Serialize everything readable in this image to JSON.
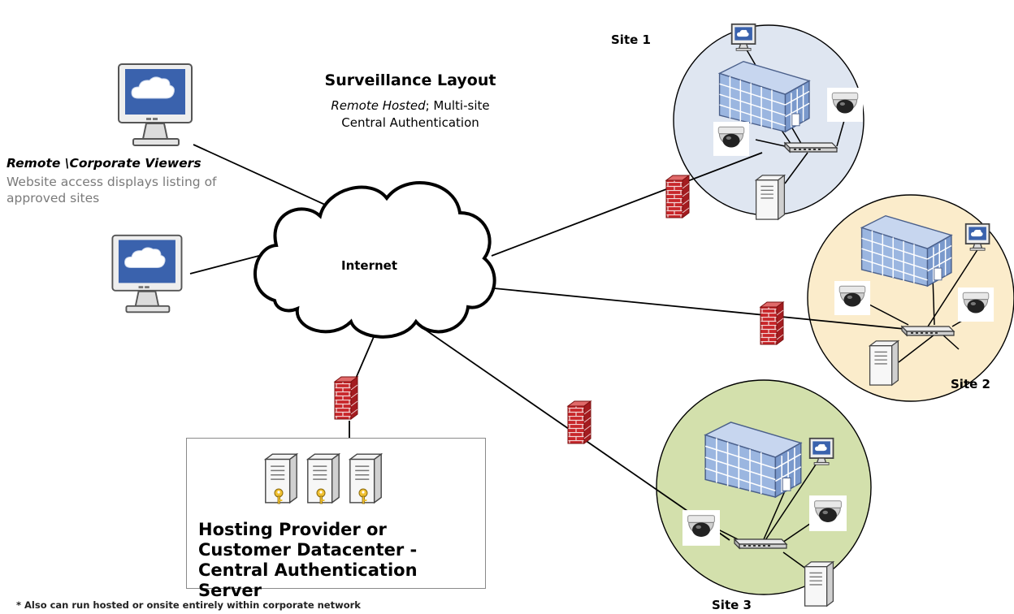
{
  "diagram": {
    "title": "Surveillance Layout",
    "subtitle_italic": "Remote Hosted",
    "subtitle_rest": "; Multi-site",
    "subtitle_line2": "Central Authentication",
    "cloud_label": "Internet",
    "viewers": {
      "title": "Remote \\Corporate Viewers",
      "description": "Website access displays listing of approved sites"
    },
    "datacenter": {
      "label": "Hosting Provider or Customer Datacenter - Central Authentication Server"
    },
    "sites": [
      {
        "label": "Site 1",
        "color": "#dfe6f1"
      },
      {
        "label": "Site 2",
        "color": "#fbeccb"
      },
      {
        "label": "Site 3",
        "color": "#d3e0ac"
      }
    ],
    "footnote": "* Also can run hosted or onsite entirely within corporate network"
  },
  "colors": {
    "screen_blue": "#3a62ad",
    "firewall_red": "#c8262a",
    "building_blue": "#9bb6e0"
  },
  "icons": [
    "monitor-icon",
    "cloud-icon",
    "firewall-icon",
    "server-icon",
    "key-icon",
    "building-icon",
    "dome-camera-icon",
    "network-switch-icon"
  ]
}
